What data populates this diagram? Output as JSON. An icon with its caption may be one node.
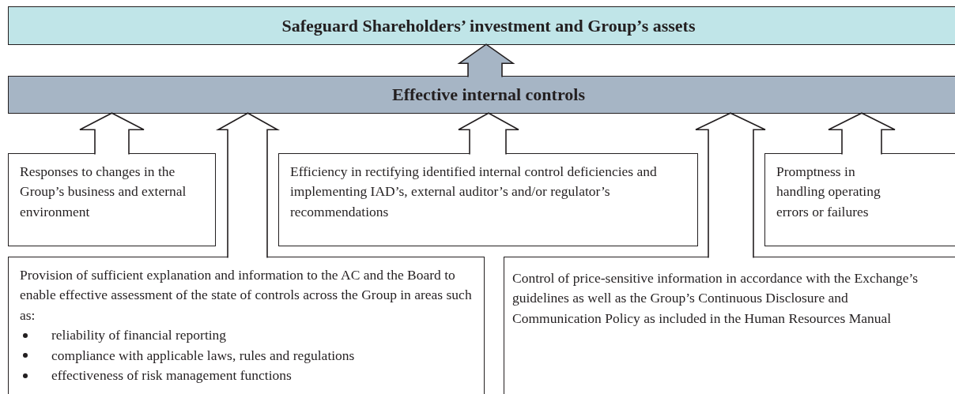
{
  "diagram": {
    "nodes": [
      {
        "text": [
          "Safeguard Shareholders’ investment and Group’s assets"
        ]
      },
      {
        "text": [
          "Effective internal controls"
        ]
      },
      {
        "text": [
          "Responses to changes in the Group’s business and external environment"
        ]
      },
      {
        "text": [
          "Efficiency in rectifying identified internal control deficiencies and implementing IAD’s, external auditor’s and/or regulator’s recommendations"
        ]
      },
      {
        "text": [
          "Promptness in handling operating errors or failures"
        ]
      },
      {
        "text": [
          "Provision of sufficient explanation and information to the AC and the Board to enable effective assessment of the state of controls across the Group in areas such as:",
          "reliability of financial reporting",
          "compliance with applicable laws, rules and regulations",
          "effectiveness of risk management functions"
        ]
      },
      {
        "text": [
          "Control of price-sensitive information in accordance with the Exchange’s guidelines as well as the Group’s Continuous Disclosure and Communication Policy as included in the Human Resources Manual"
        ]
      }
    ],
    "edges": [
      {
        "from": 1,
        "to": 0,
        "arrow": "to"
      },
      {
        "from": 2,
        "to": 1,
        "arrow": "to"
      },
      {
        "from": 3,
        "to": 1,
        "arrow": "to"
      },
      {
        "from": 4,
        "to": 1,
        "arrow": "to"
      },
      {
        "from": 5,
        "to": 1,
        "arrow": "to"
      },
      {
        "from": 6,
        "to": 1,
        "arrow": "to"
      }
    ]
  }
}
